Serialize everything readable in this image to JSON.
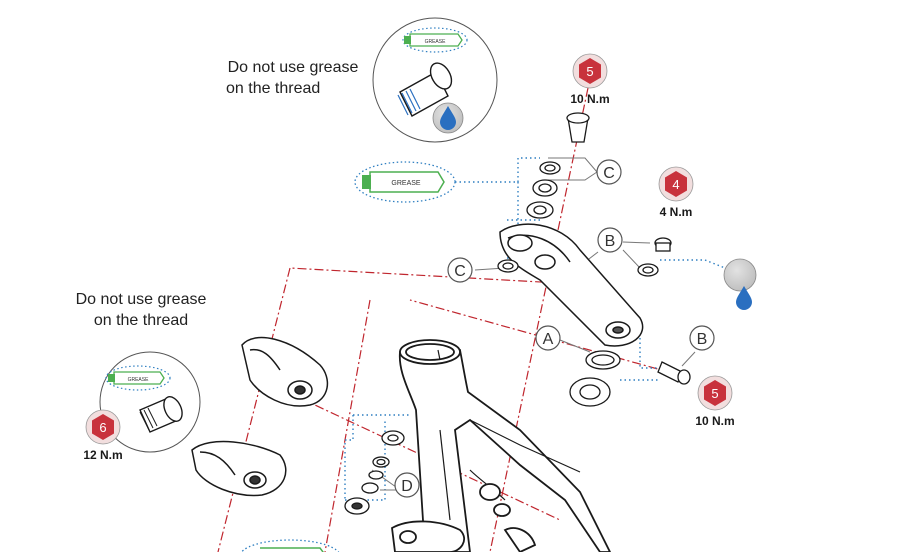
{
  "notes": {
    "top": [
      "Do not use grease",
      "on the thread"
    ],
    "left": [
      "Do not use grease",
      "on the thread"
    ]
  },
  "grease_labels": {
    "small_top": "GREASE",
    "medium": "GREASE",
    "small_left": "GREASE"
  },
  "callouts": {
    "c_upper": "C",
    "c_left": "C",
    "b_upper": "B",
    "b_right": "B",
    "a": "A",
    "d": "D"
  },
  "torque_badges": {
    "top_5": {
      "number": "5",
      "value": "10 N.m"
    },
    "right_4": {
      "number": "4",
      "value": "4 N.m"
    },
    "right_5": {
      "number": "5",
      "value": "10 N.m"
    },
    "left_6": {
      "number": "6",
      "value": "12 N.m"
    }
  },
  "colors": {
    "badge_red": "#c8323c",
    "grease_green": "#4caf50",
    "drop_blue": "#2a6fc0",
    "dotted_blue": "#2f7fc1",
    "dashed_red": "#c0262e",
    "line_dark": "#1a1a1a"
  }
}
